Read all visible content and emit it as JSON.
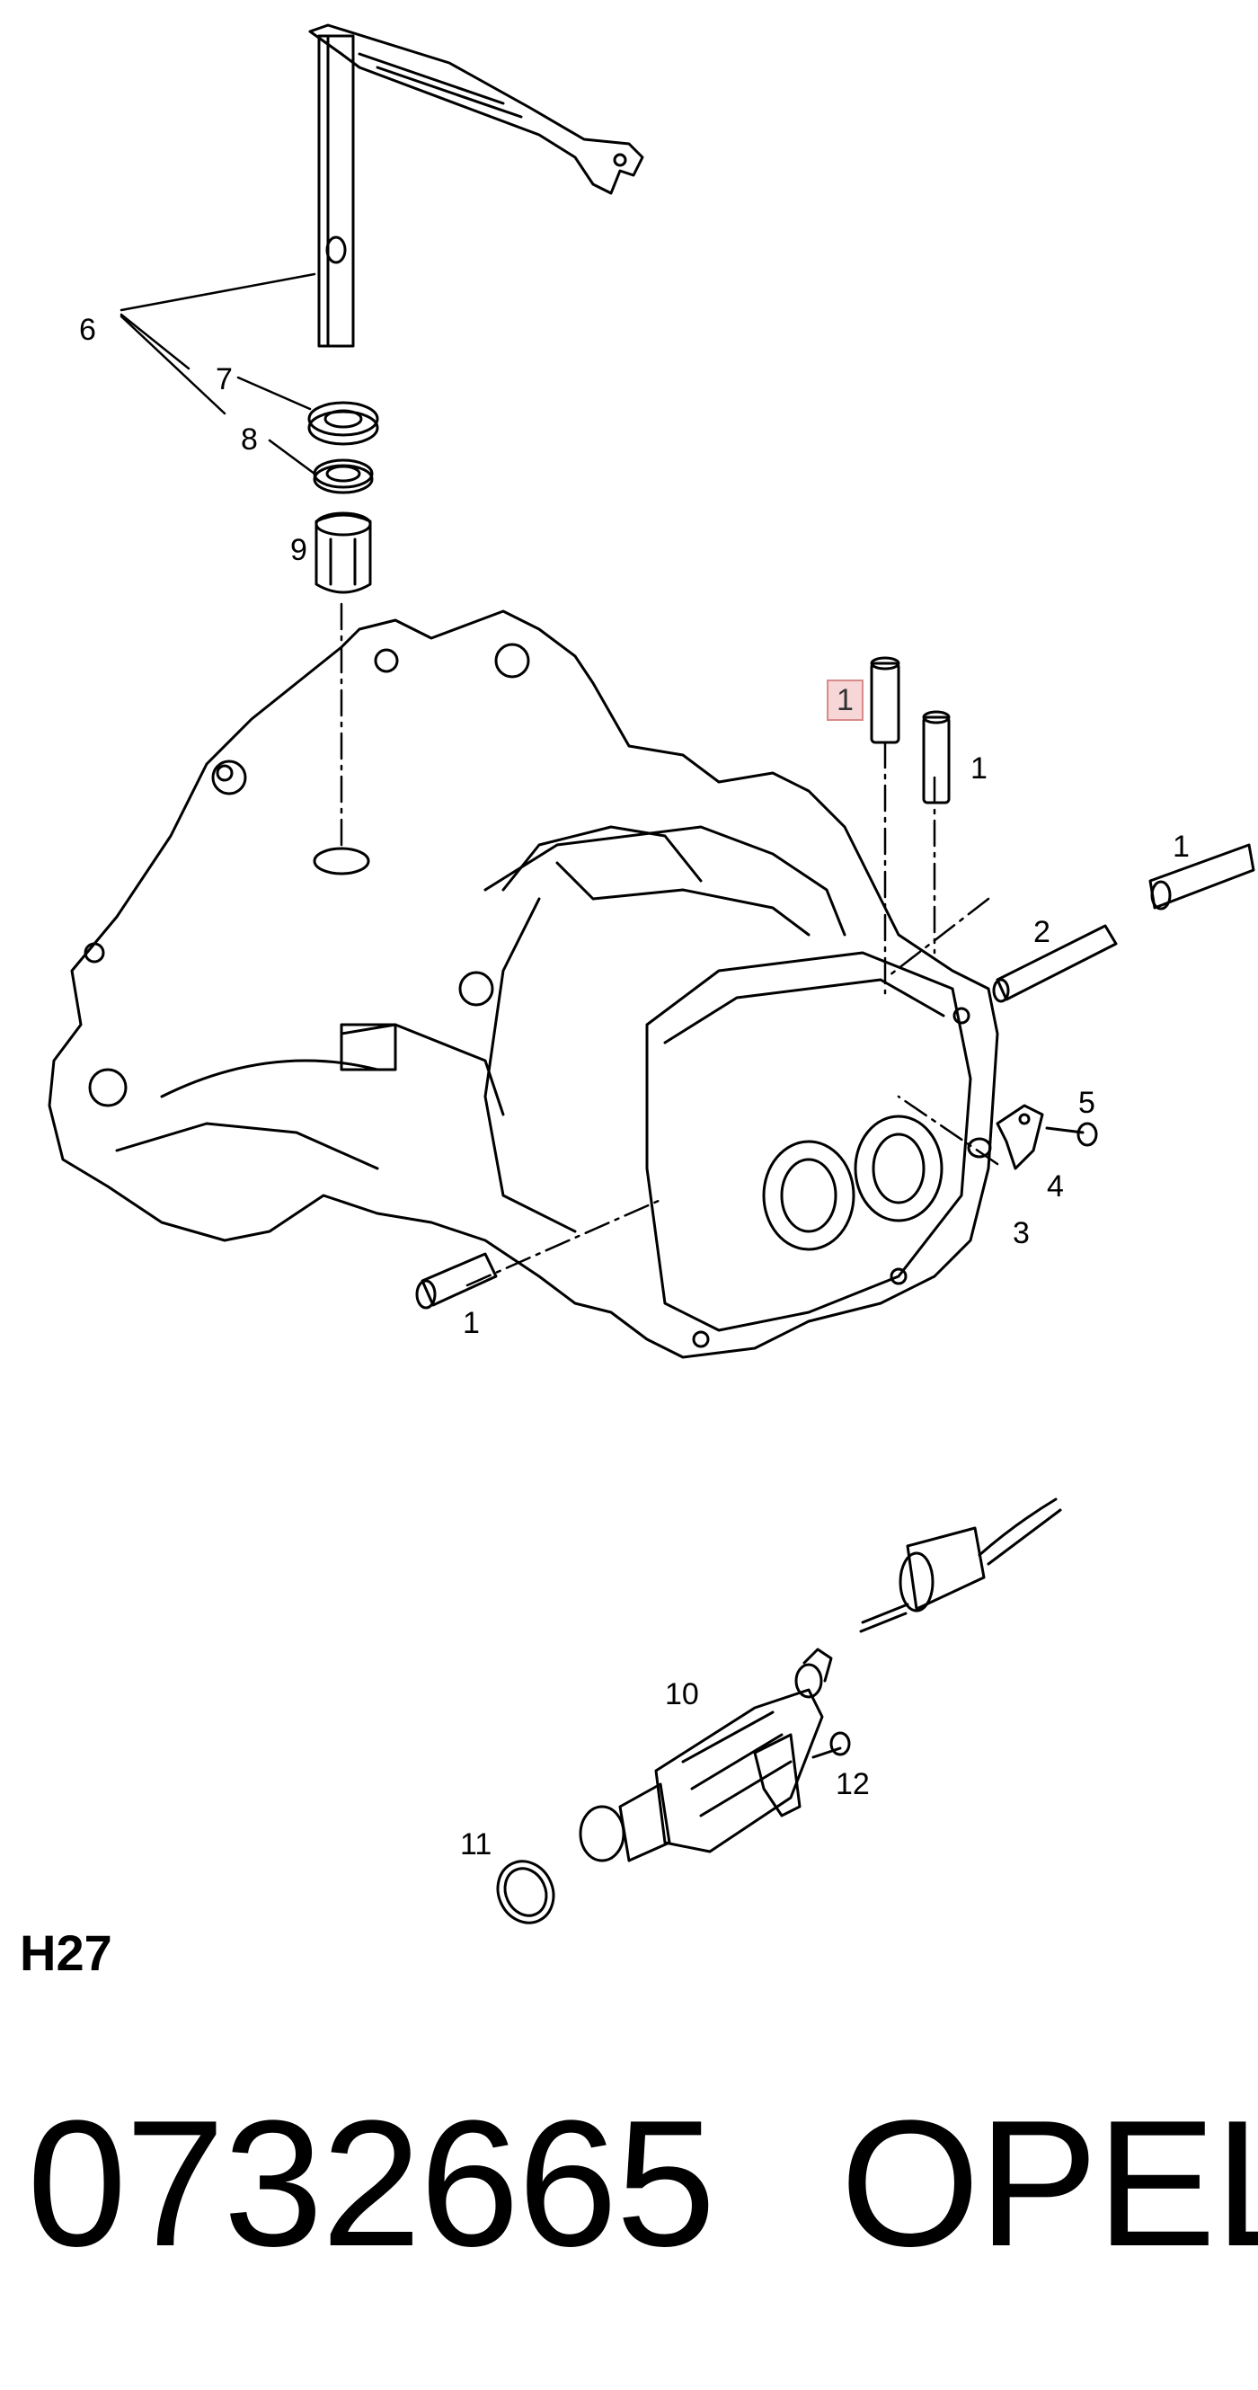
{
  "diagram": {
    "code": "H27",
    "callouts": {
      "c1_highlight": "1",
      "c1_b": "1",
      "c1_c": "1",
      "c1_d": "1",
      "c2": "2",
      "c3": "3",
      "c4": "4",
      "c5": "5",
      "c6": "6",
      "c7": "7",
      "c8": "8",
      "c9": "9",
      "c10": "10",
      "c11": "11",
      "c12": "12"
    },
    "highlight_color": "#f6d6d6"
  },
  "footer": {
    "part_number": "0732665",
    "brand": "OPEL"
  }
}
